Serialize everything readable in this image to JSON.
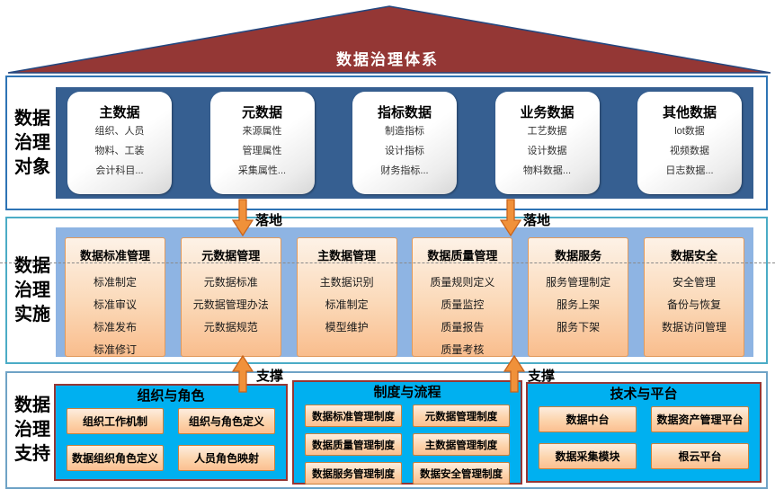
{
  "roof": {
    "title": "数据治理体系"
  },
  "arrows": {
    "down_label": "落地",
    "up_label": "支撑"
  },
  "sections": {
    "objects": {
      "label_lines": [
        "数据",
        "治理",
        "对象"
      ],
      "cards": [
        {
          "title": "主数据",
          "items": [
            "组织、人员",
            "物料、工装",
            "会计科目..."
          ]
        },
        {
          "title": "元数据",
          "items": [
            "来源属性",
            "管理属性",
            "采集属性..."
          ]
        },
        {
          "title": "指标数据",
          "items": [
            "制造指标",
            "设计指标",
            "财务指标..."
          ]
        },
        {
          "title": "业务数据",
          "items": [
            "工艺数据",
            "设计数据",
            "物料数据..."
          ]
        },
        {
          "title": "其他数据",
          "items": [
            "lot数据",
            "视频数据",
            "日志数据..."
          ]
        }
      ]
    },
    "implementation": {
      "label_lines": [
        "数据",
        "治理",
        "实施"
      ],
      "cards": [
        {
          "title": "数据标准管理",
          "items": [
            "标准制定",
            "标准审议",
            "标准发布",
            "标准修订"
          ]
        },
        {
          "title": "元数据管理",
          "items": [
            "元数据标准",
            "元数据管理办法",
            "元数据规范"
          ]
        },
        {
          "title": "主数据管理",
          "items": [
            "主数据识别",
            "标准制定",
            "模型维护"
          ]
        },
        {
          "title": "数据质量管理",
          "items": [
            "质量规则定义",
            "质量监控",
            "质量报告",
            "质量考核"
          ]
        },
        {
          "title": "数据服务",
          "items": [
            "服务管理制定",
            "服务上架",
            "服务下架"
          ]
        },
        {
          "title": "数据安全",
          "items": [
            "安全管理",
            "备份与恢复",
            "数据访问管理"
          ]
        }
      ]
    },
    "support": {
      "label_lines": [
        "数据",
        "治理",
        "支持"
      ],
      "boxes": [
        {
          "title": "组织与角色",
          "buttons": [
            "组织工作机制",
            "组织与角色定义",
            "数据组织角色定义",
            "人员角色映射"
          ]
        },
        {
          "title": "制度与流程",
          "buttons": [
            "数据标准管理制度",
            "元数据管理制度",
            "数据质量管理制度",
            "主数据管理制度",
            "数据服务管理制度",
            "数据安全管理制度"
          ]
        },
        {
          "title": "技术与平台",
          "buttons": [
            "数据中台",
            "数据资产管理平台",
            "数据采集模块",
            "根云平台"
          ]
        }
      ]
    }
  },
  "colors": {
    "roof_red": "#943735",
    "roof_outline": "#24477F",
    "objects_border": "#2E74B5",
    "navy_panel": "#365F91",
    "impl_border": "#4BACC6",
    "light_blue_panel": "#8EB4E3",
    "orange_card_top": "#FDF2E7",
    "orange_card_bottom": "#F9BD8D",
    "arrow_orange": "#F0913A",
    "arrow_outline": "#C8641C",
    "support_border": "#6FA3C6",
    "cyan_box": "#00B0F0",
    "cyan_box_border": "#953735",
    "dashed_line": "#8A8A8A"
  }
}
